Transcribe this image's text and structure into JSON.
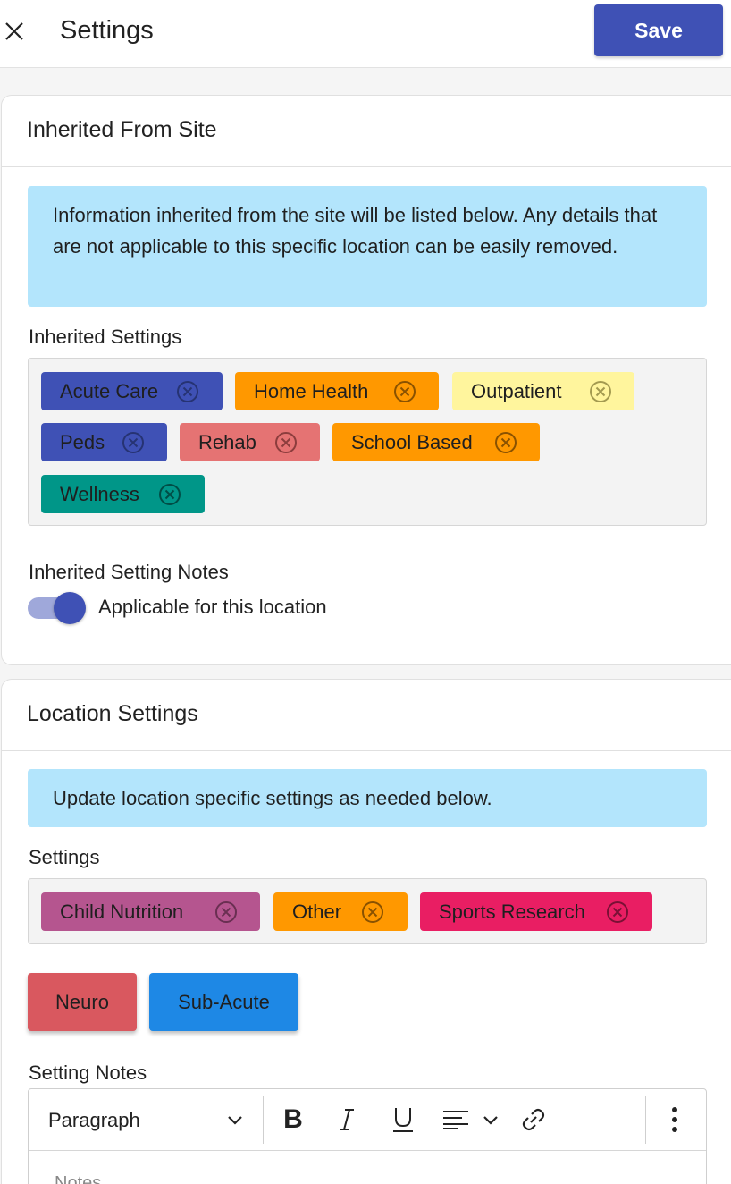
{
  "header": {
    "title": "Settings",
    "save_label": "Save"
  },
  "inherited": {
    "title": "Inherited From Site",
    "info": "Information inherited from the site will be listed below. Any details that are not applicable to this specific location can be easily removed.",
    "settings_label": "Inherited Settings",
    "chips": [
      {
        "label": "Acute Care",
        "color": "#3f51b5"
      },
      {
        "label": "Home Health",
        "color": "#ff9800"
      },
      {
        "label": "Outpatient",
        "color": "#fff59d"
      },
      {
        "label": "Peds",
        "color": "#3f51b5"
      },
      {
        "label": "Rehab",
        "color": "#e57373"
      },
      {
        "label": "School Based",
        "color": "#ff9800"
      },
      {
        "label": "Wellness",
        "color": "#009688"
      }
    ],
    "notes_label": "Inherited Setting Notes",
    "toggle_label": "Applicable for this location",
    "toggle_on": true
  },
  "location": {
    "title": "Location Settings",
    "info": "Update location specific settings as needed below.",
    "settings_label": "Settings",
    "chips": [
      {
        "label": "Child Nutrition",
        "color": "#b5558f"
      },
      {
        "label": "Other",
        "color": "#ff9800"
      },
      {
        "label": "Sports Research",
        "color": "#e91e63"
      }
    ],
    "options": [
      {
        "label": "Neuro",
        "color": "#d9585f"
      },
      {
        "label": "Sub-Acute",
        "color": "#1e88e5"
      }
    ],
    "notes_label": "Setting Notes",
    "editor": {
      "block_format": "Paragraph",
      "placeholder": "Notes"
    }
  },
  "icons": [
    "close-icon",
    "remove-chip-icon",
    "chevron-down-icon",
    "bold-icon",
    "italic-icon",
    "underline-icon",
    "align-icon",
    "link-icon",
    "more-vertical-icon"
  ]
}
